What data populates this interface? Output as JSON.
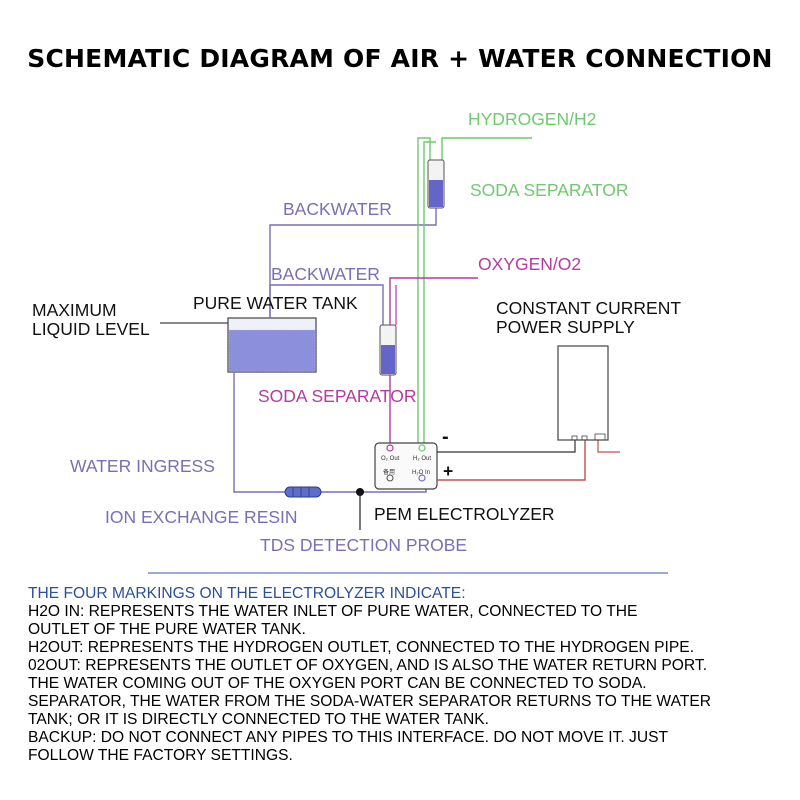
{
  "title": "SCHEMATIC DIAGRAM OF AIR + WATER CONNECTION",
  "labels": {
    "hydrogen": "HYDROGEN/H2",
    "soda_separator_top": "SODA SEPARATOR",
    "backwater_top": "BACKWATER",
    "backwater_mid": "BACKWATER",
    "oxygen": "OXYGEN/O2",
    "max_level_1": "MAXIMUM",
    "max_level_2": "LIQUID LEVEL",
    "pure_water_tank": "PURE WATER TANK",
    "power_supply_1": "CONSTANT CURRENT",
    "power_supply_2": "POWER SUPPLY",
    "soda_separator_bottom": "SODA SEPARATOR",
    "water_ingress": "WATER INGRESS",
    "ion_exchange": "ION EXCHANGE RESIN",
    "pem": "PEM ELECTROLYZER",
    "tds": "TDS DETECTION PROBE",
    "minus": "-",
    "plus": "+"
  },
  "ports": {
    "o2_out": "O₂ Out",
    "h2_out": "H₂ Out",
    "backup": "备用",
    "h2o_in": "H₂O In"
  },
  "notes": {
    "heading": "THE FOUR MARKINGS ON THE ELECTROLYZER INDICATE:",
    "lines": [
      "H2O IN: REPRESENTS THE WATER INLET OF PURE WATER, CONNECTED TO THE",
      "OUTLET OF THE PURE WATER TANK.",
      "H2OUT: REPRESENTS THE HYDROGEN OUTLET, CONNECTED TO THE HYDROGEN PIPE.",
      "02OUT: REPRESENTS THE OUTLET OF OXYGEN, AND IS ALSO THE WATER  RETURN PORT.",
      "THE WATER COMING OUT OF THE OXYGEN PORT CAN BE CONNECTED TO SODA.",
      "SEPARATOR, THE WATER FROM THE SODA-WATER SEPARATOR RETURNS TO THE WATER",
      "TANK; OR IT IS DIRECTLY CONNECTED TO THE WATER TANK.",
      "BACKUP: DO NOT CONNECT ANY PIPES TO THIS INTERFACE. DO NOT MOVE IT. JUST",
      "FOLLOW THE FACTORY SETTINGS."
    ]
  },
  "colors": {
    "hydrogen": "#6fc96f",
    "water": "#7b6fb4",
    "oxygen": "#b23ca0",
    "power": "#c0504d",
    "heading": "#2b4f9a"
  }
}
